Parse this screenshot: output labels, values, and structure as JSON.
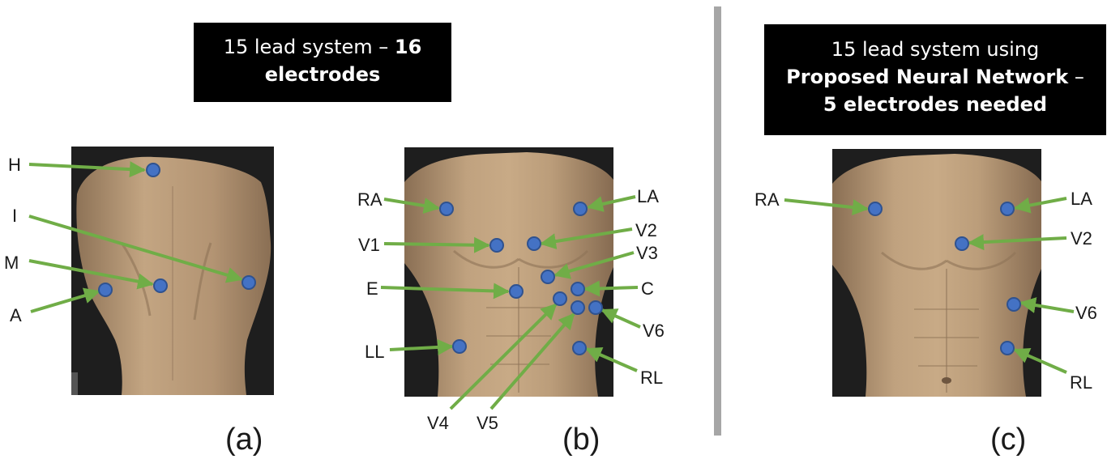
{
  "titles": {
    "left": {
      "line1": "15 lead system  – ",
      "bold1": "16",
      "line2_bold": "electrodes"
    },
    "right": {
      "line1": "15 lead system using",
      "line2_bold": "Proposed Neural Network",
      "line2_tail": " –",
      "line3_bold": "5 electrodes  needed"
    }
  },
  "captions": {
    "a": "(a)",
    "b": "(b)",
    "c": "(c)"
  },
  "labels": {
    "a": {
      "H": "H",
      "I": "I",
      "M": "M",
      "A": "A"
    },
    "b": {
      "RA": "RA",
      "LA": "LA",
      "V1": "V1",
      "V2": "V2",
      "V3": "V3",
      "E": "E",
      "C": "C",
      "V6": "V6",
      "LL": "LL",
      "RL": "RL",
      "V4": "V4",
      "V5": "V5"
    },
    "c": {
      "RA": "RA",
      "LA": "LA",
      "V2": "V2",
      "V6": "V6",
      "RL": "RL"
    }
  },
  "colors": {
    "arrow": "#70ad47",
    "electrode": "#4472c4",
    "electrode_edge": "#2f528f",
    "skin": "#b89a78",
    "background_dark": "#1e1e1e"
  }
}
